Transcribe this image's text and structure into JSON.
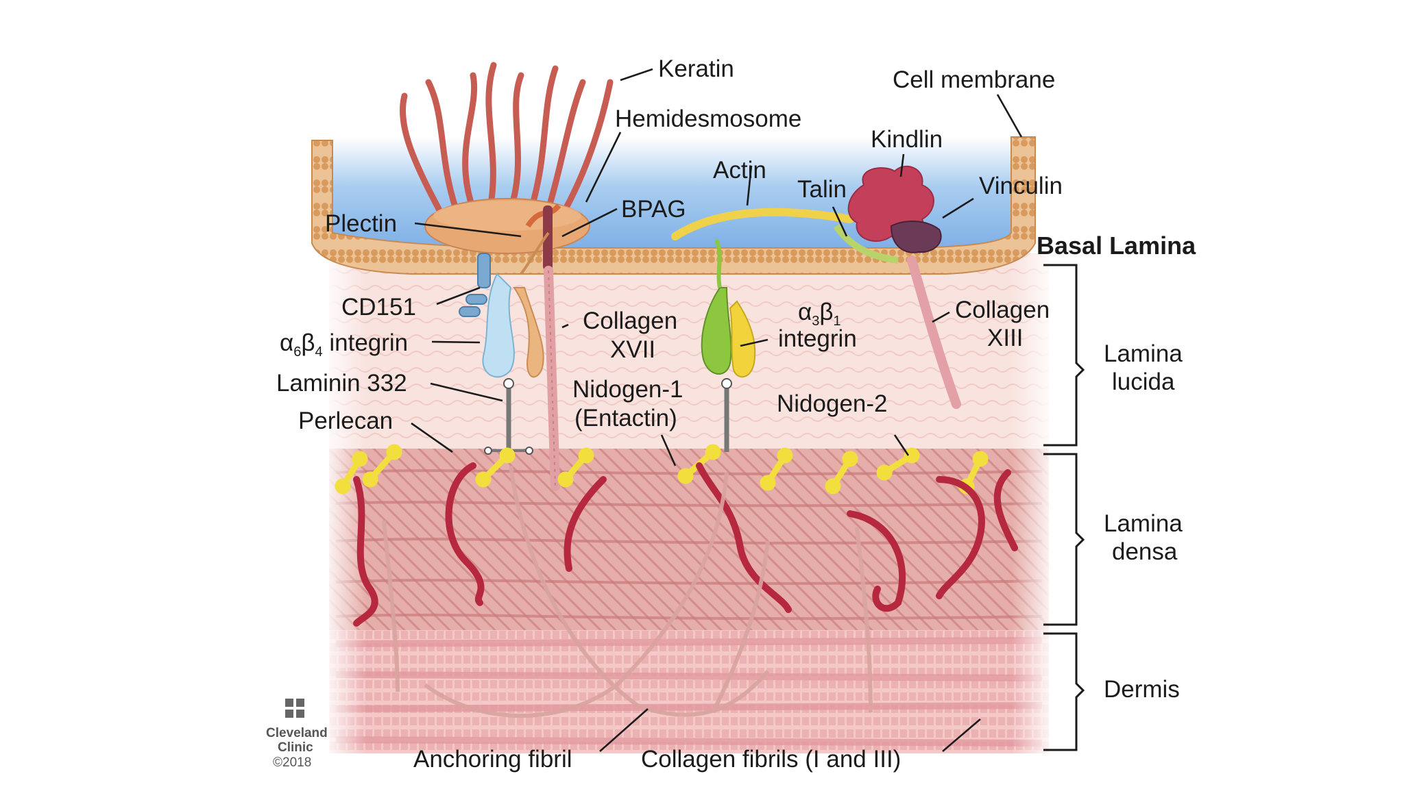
{
  "labels": {
    "keratin": "Keratin",
    "cell_membrane": "Cell membrane",
    "hemidesmosome": "Hemidesmosome",
    "kindlin": "Kindlin",
    "actin": "Actin",
    "talin": "Talin",
    "vinculin": "Vinculin",
    "plectin": "Plectin",
    "bpag": "BPAG",
    "basal_lamina": "Basal Lamina",
    "cd151": "CD151",
    "collagen_xvii_1": "Collagen",
    "collagen_xvii_2": "XVII",
    "a3b1_integrin": "integrin",
    "collagen_xiii_1": "Collagen",
    "collagen_xiii_2": "XIII",
    "a6b4_integrin": "integrin",
    "lamina_lucida_1": "Lamina",
    "lamina_lucida_2": "lucida",
    "laminin_332": "Laminin 332",
    "nidogen1_1": "Nidogen-1",
    "nidogen1_2": "(Entactin)",
    "nidogen2": "Nidogen-2",
    "perlecan": "Perlecan",
    "lamina_densa_1": "Lamina",
    "lamina_densa_2": "densa",
    "dermis": "Dermis",
    "anchoring_fibril": "Anchoring fibril",
    "collagen_fibrils": "Collagen fibrils (I and III)"
  },
  "greek": {
    "alpha": "α",
    "beta": "β",
    "sub3": "3",
    "sub1": "1",
    "sub6": "6",
    "sub4": "4"
  },
  "logo": {
    "line1": "Cleveland",
    "line2": "Clinic",
    "copyright": "©2018"
  },
  "colors": {
    "membrane": "#d9a06b",
    "cytoplasm": "#8fb8e8",
    "keratin": "#c0564e",
    "hemidesmosome": "#e6a170",
    "kindlin": "#c4405a",
    "vinculin": "#6b3a57",
    "actin": "#f0d24a",
    "integrin_green": "#8dc63f",
    "integrin_yellow": "#f2d33b",
    "integrin_blue": "#b7dcef",
    "integrin_orange": "#e8b27a",
    "lamina_lucida_bg": "#f7e0dc",
    "lamina_densa_bg": "#e9b4b0",
    "dermis_bg": "#f3c3c3",
    "perlecan": "#b5283e",
    "nidogen": "#f4e23c"
  }
}
